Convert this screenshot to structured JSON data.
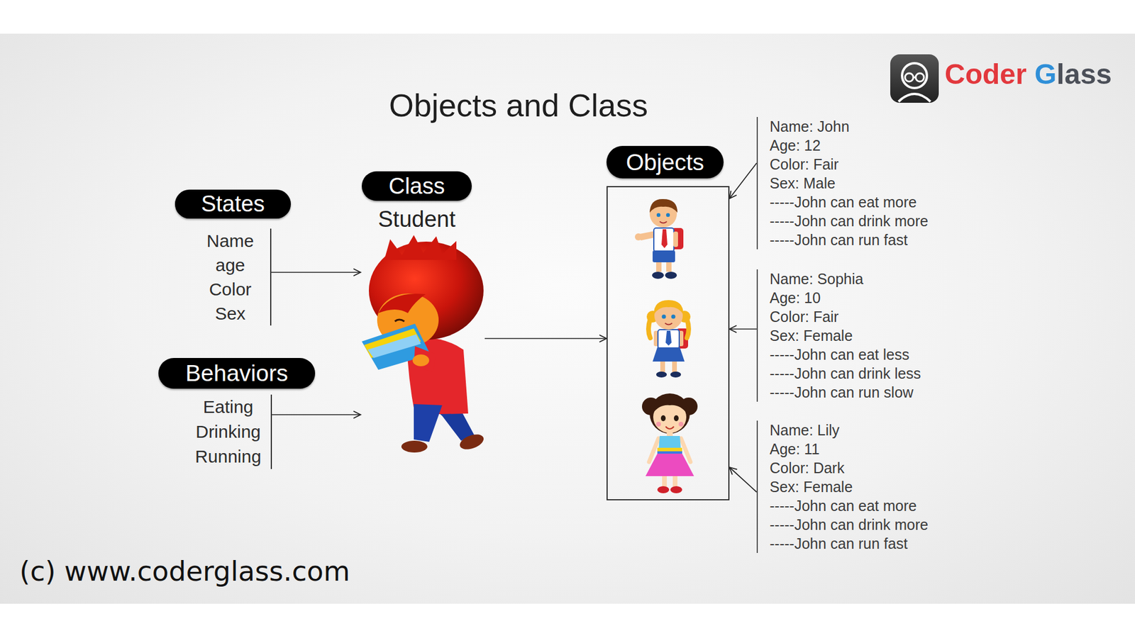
{
  "diagram": {
    "title": "Objects and Class",
    "nodes": [
      {
        "text": [
          "States",
          "Name",
          "age",
          "Color",
          "Sex"
        ]
      },
      {
        "text": [
          "Behaviors",
          "Eating",
          "Drinking",
          "Running"
        ]
      },
      {
        "text": [
          "Class",
          "Student"
        ]
      },
      {
        "text": [
          "Objects"
        ]
      },
      {
        "text": [
          "Name: John",
          "Age: 12",
          "Color: Fair",
          "Sex: Male",
          "-----John can eat more",
          "-----John can drink more",
          "-----John can run fast"
        ]
      },
      {
        "text": [
          "Name: Sophia",
          "Age: 10",
          "Color: Fair",
          "Sex: Female",
          "-----John can eat less",
          "-----John can drink less",
          "-----John can run slow"
        ]
      },
      {
        "text": [
          "Name: Lily",
          "Age: 11",
          "Color: Dark",
          "Sex: Female",
          "-----John can eat more",
          "-----John can drink more",
          "-----John can run fast"
        ]
      }
    ],
    "edges": [
      {
        "from": 0,
        "to": 2,
        "arrow": "to"
      },
      {
        "from": 1,
        "to": 2,
        "arrow": "to"
      },
      {
        "from": 2,
        "to": 3,
        "arrow": "to"
      },
      {
        "from": 4,
        "to": 3,
        "arrow": "to"
      },
      {
        "from": 5,
        "to": 3,
        "arrow": "to"
      },
      {
        "from": 6,
        "to": 3,
        "arrow": "to"
      }
    ],
    "labels": [
      "Coder Glass",
      "(c) www.coderglass.com"
    ]
  }
}
